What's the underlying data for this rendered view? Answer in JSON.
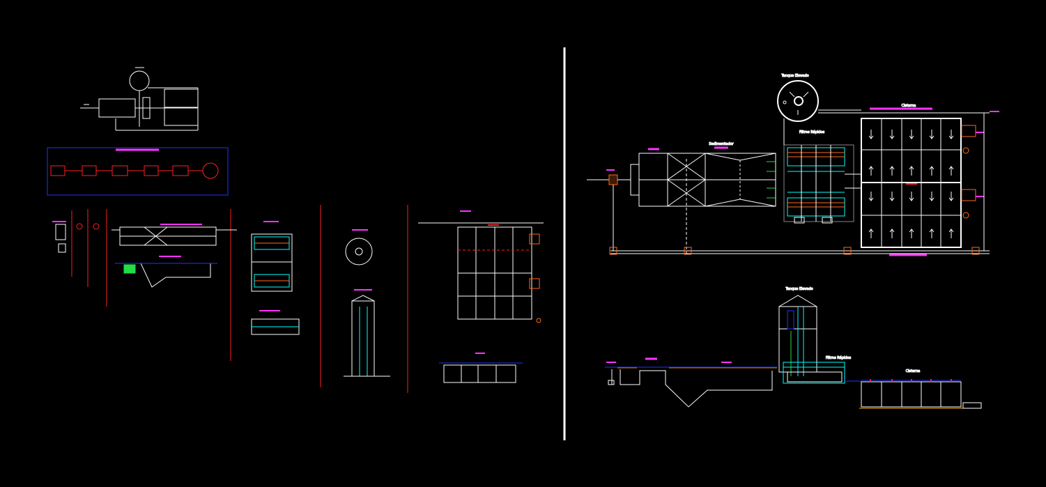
{
  "labels": {
    "clarifier_plan": "Sedimentador",
    "filter_bank_plan": "Filtros Rápidos",
    "tank_plan": "Cisterna",
    "tower_plan": "Tanque Elevado",
    "tower_section": "Tanque Elevado",
    "filter_bank_section": "Filtros Rápidos",
    "tank_section": "Cisterna"
  },
  "colors": {
    "background": "#000000",
    "linework": "#ffffff",
    "annotation": "#ff33ff",
    "grid_lines": "#ff2020",
    "flow_frame": "#2233ff",
    "pipes": "#00ffff",
    "valves": "#ff6a1a",
    "vegetation": "#22dd44"
  },
  "icons": [
    "divider-line",
    "tank-arrow-down",
    "tank-arrow-up",
    "valve-node"
  ]
}
